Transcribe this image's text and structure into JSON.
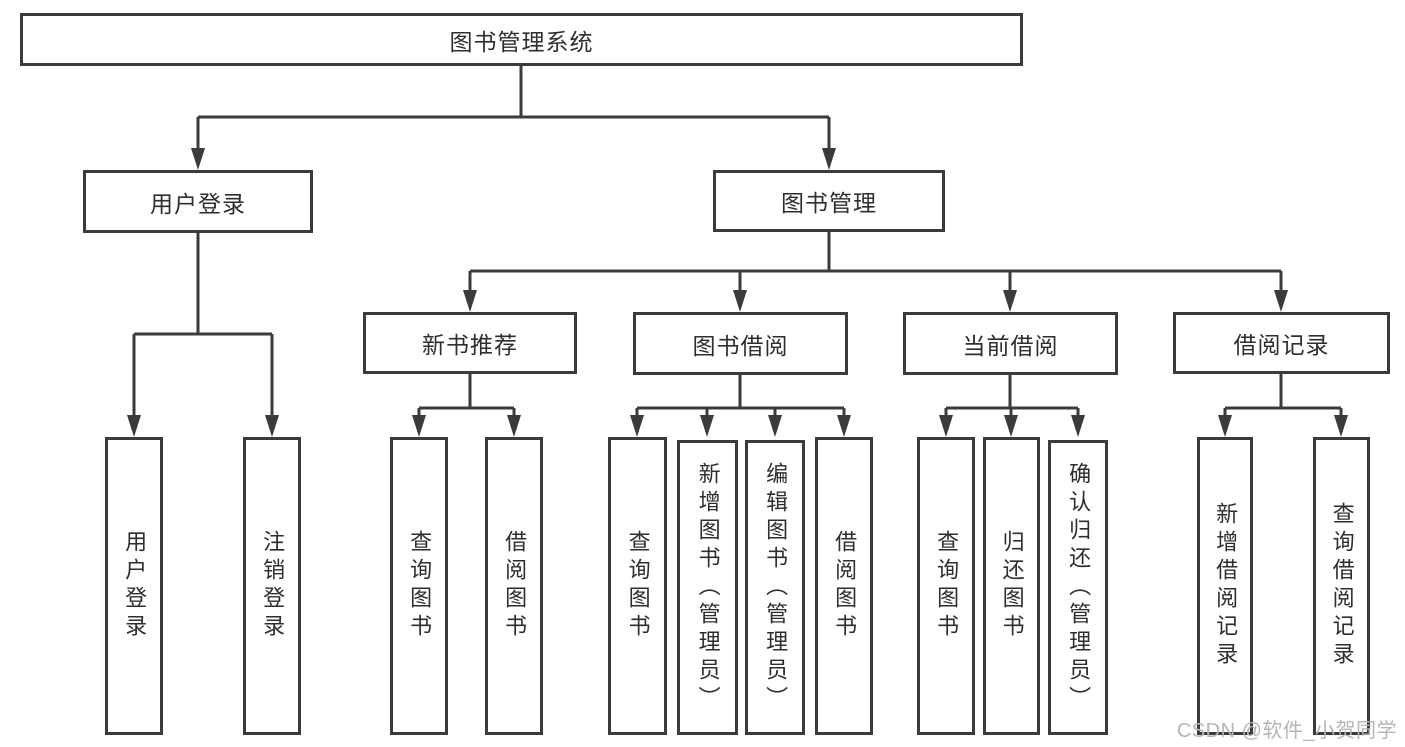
{
  "diagram": {
    "type": "hierarchy-tree",
    "title": "图书管理系统",
    "nodes": {
      "root": {
        "label": "图书管理系统"
      },
      "user_login": {
        "label": "用户登录"
      },
      "book_mgmt": {
        "label": "图书管理"
      },
      "new_book_rec": {
        "label": "新书推荐"
      },
      "book_borrow": {
        "label": "图书借阅"
      },
      "current_borrow": {
        "label": "当前借阅"
      },
      "borrow_record": {
        "label": "借阅记录"
      },
      "leaf_user_login": {
        "label": "用户登录"
      },
      "leaf_logout": {
        "label": "注销登录"
      },
      "leaf_query_book_1": {
        "label": "查询图书"
      },
      "leaf_borrow_book_1": {
        "label": "借阅图书"
      },
      "leaf_query_book_2": {
        "label": "查询图书"
      },
      "leaf_add_book": {
        "label": "新增图书（管理员）"
      },
      "leaf_edit_book": {
        "label": "编辑图书（管理员）"
      },
      "leaf_borrow_book_2": {
        "label": "借阅图书"
      },
      "leaf_query_book_3": {
        "label": "查询图书"
      },
      "leaf_return_book": {
        "label": "归还图书"
      },
      "leaf_confirm_return": {
        "label": "确认归还（管理员）"
      },
      "leaf_add_record": {
        "label": "新增借阅记录"
      },
      "leaf_query_record": {
        "label": "查询借阅记录"
      }
    },
    "edges": [
      {
        "from": "root",
        "to": "user_login"
      },
      {
        "from": "root",
        "to": "book_mgmt"
      },
      {
        "from": "user_login",
        "to": "leaf_user_login"
      },
      {
        "from": "user_login",
        "to": "leaf_logout"
      },
      {
        "from": "book_mgmt",
        "to": "new_book_rec"
      },
      {
        "from": "book_mgmt",
        "to": "book_borrow"
      },
      {
        "from": "book_mgmt",
        "to": "current_borrow"
      },
      {
        "from": "book_mgmt",
        "to": "borrow_record"
      },
      {
        "from": "new_book_rec",
        "to": "leaf_query_book_1"
      },
      {
        "from": "new_book_rec",
        "to": "leaf_borrow_book_1"
      },
      {
        "from": "book_borrow",
        "to": "leaf_query_book_2"
      },
      {
        "from": "book_borrow",
        "to": "leaf_add_book"
      },
      {
        "from": "book_borrow",
        "to": "leaf_edit_book"
      },
      {
        "from": "book_borrow",
        "to": "leaf_borrow_book_2"
      },
      {
        "from": "current_borrow",
        "to": "leaf_query_book_3"
      },
      {
        "from": "current_borrow",
        "to": "leaf_return_book"
      },
      {
        "from": "current_borrow",
        "to": "leaf_confirm_return"
      },
      {
        "from": "borrow_record",
        "to": "leaf_add_record"
      },
      {
        "from": "borrow_record",
        "to": "leaf_query_record"
      }
    ],
    "colors": {
      "line": "#3b3b3b",
      "box_border": "#3b3b3b",
      "text": "#2e2e2e",
      "background": "#ffffff",
      "watermark": "#b5b5b5"
    }
  },
  "watermark": {
    "text": "CSDN @软件_小贺同学"
  }
}
